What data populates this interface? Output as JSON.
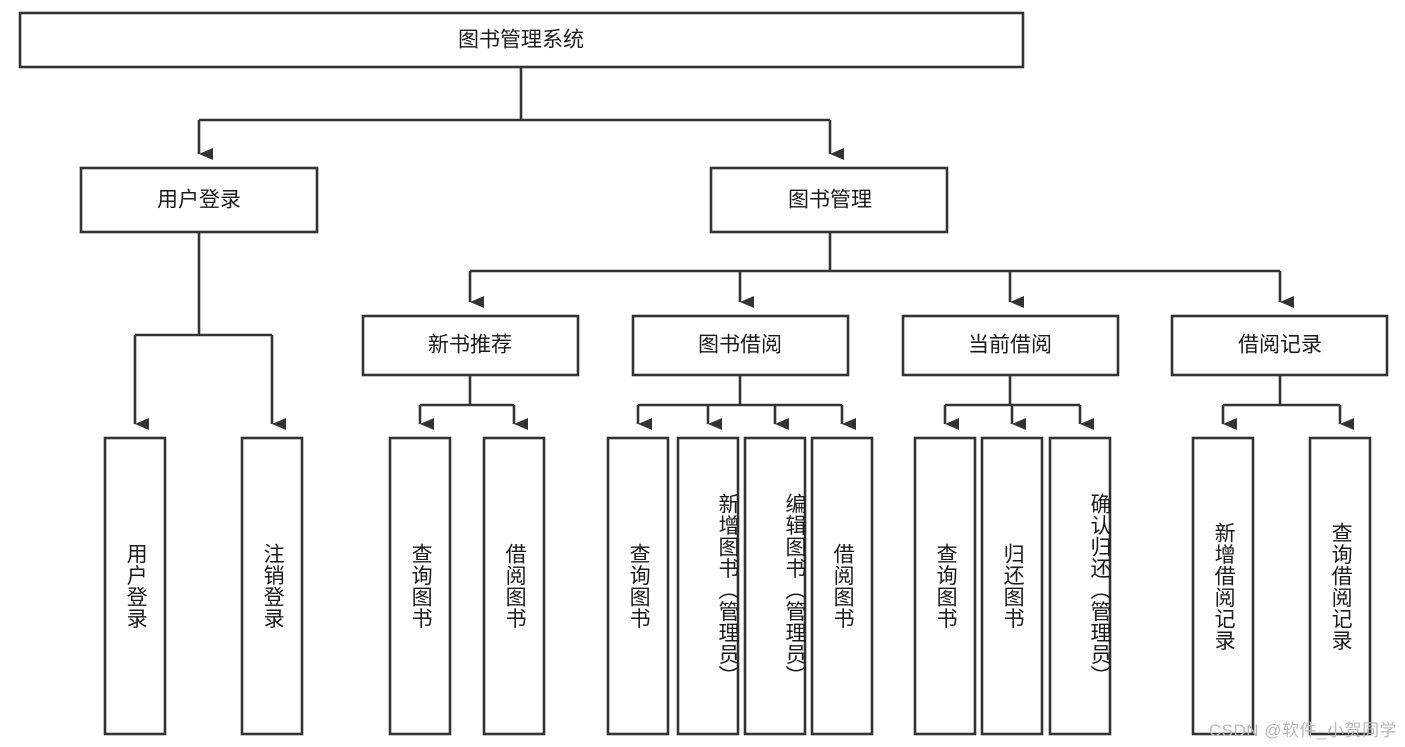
{
  "diagram": {
    "title": "图书管理系统",
    "watermark": "CSDN @软件_小贺同学",
    "root": {
      "label": "图书管理系统"
    },
    "level2": [
      {
        "label": "用户登录"
      },
      {
        "label": "图书管理"
      }
    ],
    "level3": [
      {
        "label": "新书推荐"
      },
      {
        "label": "图书借阅"
      },
      {
        "label": "当前借阅"
      },
      {
        "label": "借阅记录"
      }
    ],
    "leaves": {
      "user_login": [
        {
          "label": "用户登录"
        },
        {
          "label": "注销登录"
        }
      ],
      "new_book_recommend": [
        {
          "label": "查询图书"
        },
        {
          "label": "借阅图书"
        }
      ],
      "book_borrow": [
        {
          "label": "查询图书"
        },
        {
          "label": "新增图书（管理员）"
        },
        {
          "label": "编辑图书（管理员）"
        },
        {
          "label": "借阅图书"
        }
      ],
      "current_borrow": [
        {
          "label": "查询图书"
        },
        {
          "label": "归还图书"
        },
        {
          "label": "确认归还（管理员）"
        }
      ],
      "borrow_record": [
        {
          "label": "新增借阅记录"
        },
        {
          "label": "查询借阅记录"
        }
      ]
    },
    "colors": {
      "stroke": "#333333",
      "fill": "#ffffff",
      "text": "#1a1a1a",
      "watermark": "#b9b9b9"
    }
  }
}
